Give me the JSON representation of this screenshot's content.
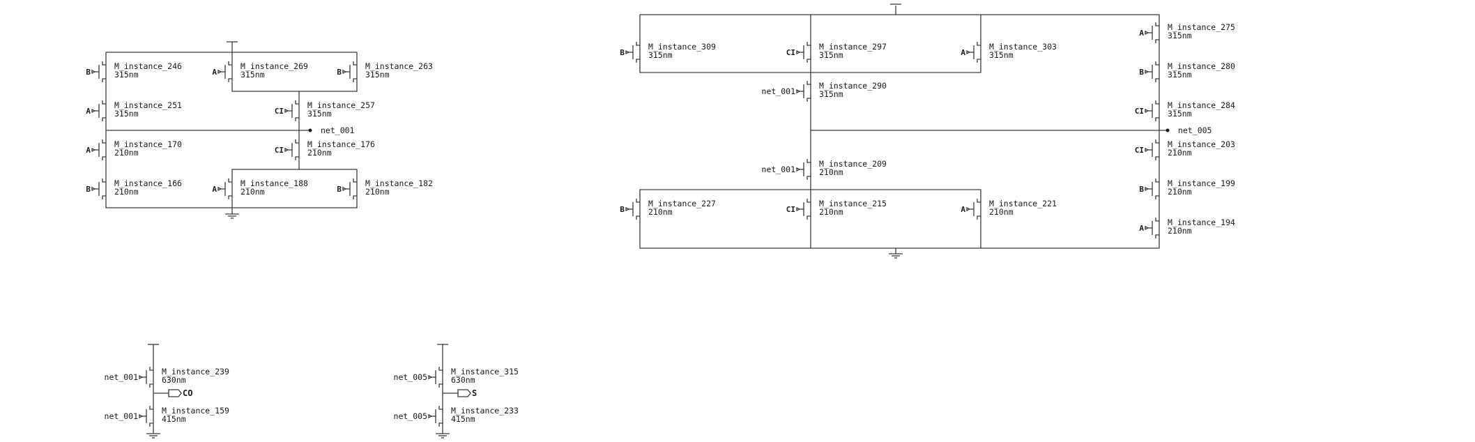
{
  "transistors": [
    {
      "name": "M_instance_246",
      "size": "315nm",
      "gate": "B"
    },
    {
      "name": "M_instance_269",
      "size": "315nm",
      "gate": "A"
    },
    {
      "name": "M_instance_263",
      "size": "315nm",
      "gate": "B"
    },
    {
      "name": "M_instance_251",
      "size": "315nm",
      "gate": "A"
    },
    {
      "name": "M_instance_257",
      "size": "315nm",
      "gate": "CI"
    },
    {
      "name": "M_instance_170",
      "size": "210nm",
      "gate": "A"
    },
    {
      "name": "M_instance_176",
      "size": "210nm",
      "gate": "CI"
    },
    {
      "name": "M_instance_166",
      "size": "210nm",
      "gate": "B"
    },
    {
      "name": "M_instance_188",
      "size": "210nm",
      "gate": "A"
    },
    {
      "name": "M_instance_182",
      "size": "210nm",
      "gate": "B"
    },
    {
      "name": "M_instance_309",
      "size": "315nm",
      "gate": "B"
    },
    {
      "name": "M_instance_297",
      "size": "315nm",
      "gate": "CI"
    },
    {
      "name": "M_instance_303",
      "size": "315nm",
      "gate": "A"
    },
    {
      "name": "M_instance_275",
      "size": "315nm",
      "gate": "A"
    },
    {
      "name": "M_instance_280",
      "size": "315nm",
      "gate": "B"
    },
    {
      "name": "M_instance_290",
      "size": "315nm",
      "gate": "net_001"
    },
    {
      "name": "M_instance_284",
      "size": "315nm",
      "gate": "CI"
    },
    {
      "name": "M_instance_203",
      "size": "210nm",
      "gate": "CI"
    },
    {
      "name": "M_instance_209",
      "size": "210nm",
      "gate": "net_001"
    },
    {
      "name": "M_instance_199",
      "size": "210nm",
      "gate": "B"
    },
    {
      "name": "M_instance_227",
      "size": "210nm",
      "gate": "B"
    },
    {
      "name": "M_instance_215",
      "size": "210nm",
      "gate": "CI"
    },
    {
      "name": "M_instance_221",
      "size": "210nm",
      "gate": "A"
    },
    {
      "name": "M_instance_194",
      "size": "210nm",
      "gate": "A"
    },
    {
      "name": "M_instance_239",
      "size": "630nm",
      "gate": "net_001"
    },
    {
      "name": "M_instance_159",
      "size": "415nm",
      "gate": "net_001"
    },
    {
      "name": "M_instance_315",
      "size": "630nm",
      "gate": "net_005"
    },
    {
      "name": "M_instance_233",
      "size": "415nm",
      "gate": "net_005"
    }
  ],
  "nets": [
    "net_001",
    "net_005"
  ],
  "pins": [
    "CO",
    "S"
  ]
}
